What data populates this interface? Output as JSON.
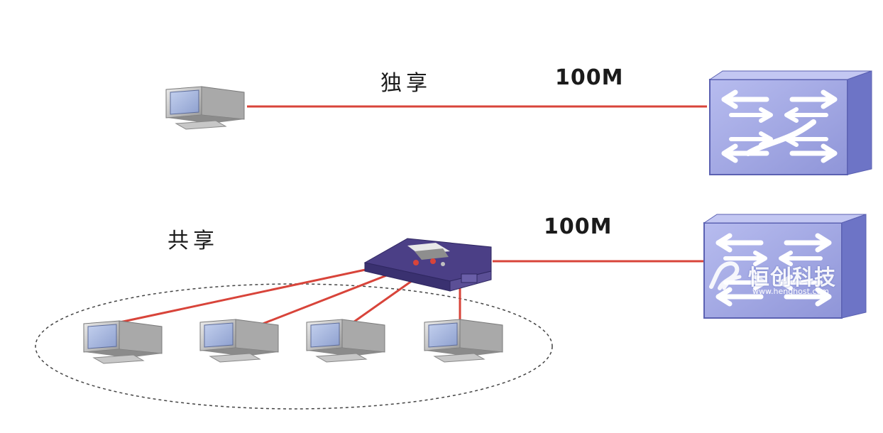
{
  "dedicated": {
    "label": "独享",
    "speed": "100M"
  },
  "shared": {
    "label": "共享",
    "speed": "100M"
  },
  "watermark": {
    "text": "恒创科技",
    "url": "www.henghost.com"
  },
  "colors": {
    "link": "#d8443a",
    "switch_face": "#9fa5e3",
    "switch_side": "#6d74c6",
    "hub_body": "#4b3f86",
    "monitor_body": "#d2d2d2",
    "screen": "#a6b7dd"
  },
  "icons": [
    "monitor-icon",
    "switch-icon",
    "hub-icon"
  ]
}
